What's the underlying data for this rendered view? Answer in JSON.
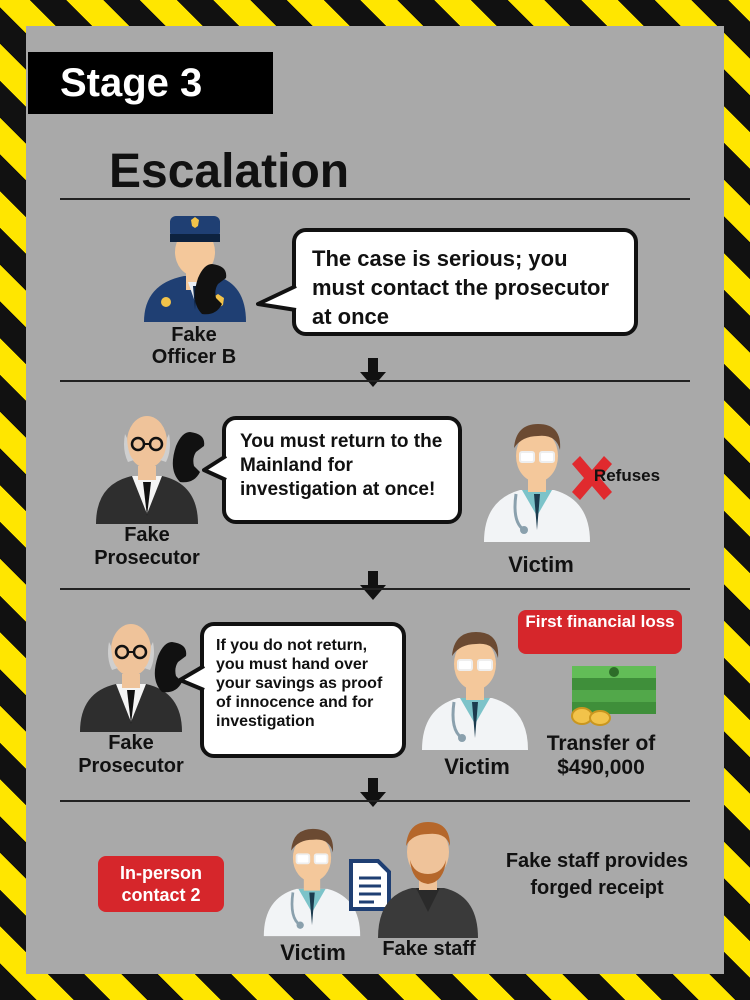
{
  "stage": "Stage 3",
  "title": "Escalation",
  "section1": {
    "speaker": "Fake Officer B",
    "speech": "The case is serious; you must contact the prosecutor at once"
  },
  "section2": {
    "speaker": "Fake Prosecutor",
    "speech": "You must return to the Mainland for investigation at once!",
    "victim": "Victim",
    "reaction": "Refuses"
  },
  "section3": {
    "speaker": "Fake Prosecutor",
    "speech": "If you do not return, you must hand over your savings as proof of innocence and for investigation",
    "victim": "Victim",
    "badge": "First financial loss",
    "transfer": "Transfer of $490,000"
  },
  "section4": {
    "badge": "In-person contact 2",
    "victim": "Victim",
    "staff": "Fake staff",
    "note": "Fake staff provides forged receipt"
  },
  "colors": {
    "stripe_black": "#111111",
    "stripe_yellow": "#ffe600",
    "panel_gray": "#a9a9a9",
    "alert_red": "#d6262b"
  },
  "icons": [
    "police-officer-icon",
    "phone-icon",
    "prosecutor-icon",
    "doctor-victim-icon",
    "red-x-icon",
    "money-stack-icon",
    "coins-icon",
    "document-icon",
    "fake-staff-icon",
    "down-arrow-icon"
  ]
}
